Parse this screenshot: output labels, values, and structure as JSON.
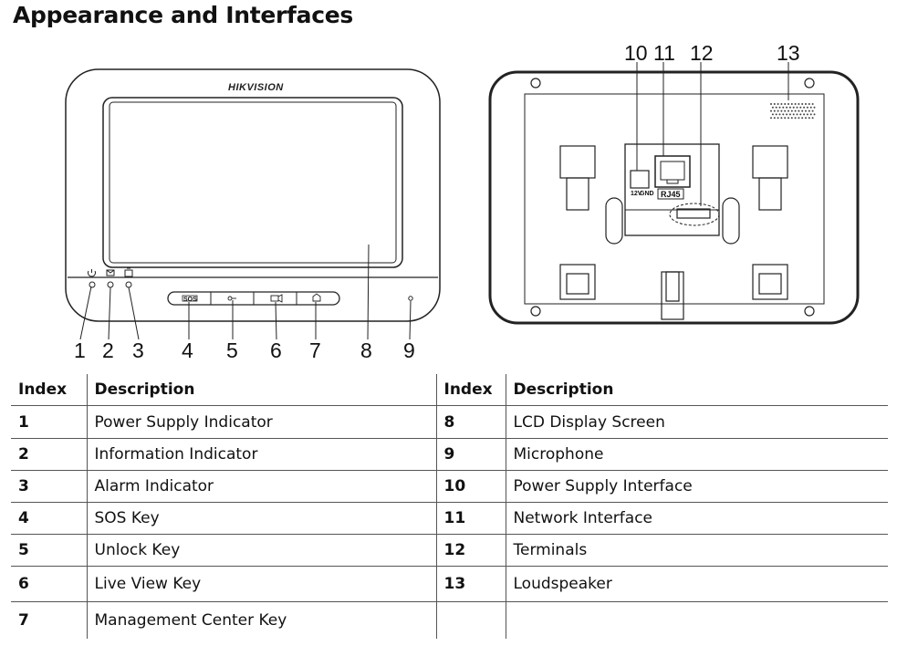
{
  "title": "Appearance and Interfaces",
  "front_panel": {
    "brand": "HIKVISION",
    "keys": [
      "SOS",
      "🔓",
      "🎥",
      "⌂"
    ],
    "callouts": [
      "1",
      "2",
      "3",
      "4",
      "5",
      "6",
      "7",
      "8",
      "9"
    ]
  },
  "rear_panel": {
    "power_labels": [
      "12V",
      "GND"
    ],
    "rj45_label": "RJ45",
    "callouts": [
      "10",
      "11",
      "12",
      "13"
    ]
  },
  "table": {
    "headers": [
      "Index",
      "Description",
      "Index",
      "Description"
    ],
    "rows": [
      {
        "i1": "1",
        "d1": "Power Supply Indicator",
        "i2": "8",
        "d2": "LCD Display Screen"
      },
      {
        "i1": "2",
        "d1": "Information Indicator",
        "i2": "9",
        "d2": "Microphone"
      },
      {
        "i1": "3",
        "d1": "Alarm Indicator",
        "i2": "10",
        "d2": "Power Supply Interface"
      },
      {
        "i1": "4",
        "d1": "SOS Key",
        "i2": "11",
        "d2": "Network Interface"
      },
      {
        "i1": "5",
        "d1": "Unlock Key",
        "i2": "12",
        "d2": "Terminals"
      },
      {
        "i1": "6",
        "d1": "Live View Key",
        "i2": "13",
        "d2": "Loudspeaker"
      },
      {
        "i1": "7",
        "d1": "Management Center Key",
        "i2": "",
        "d2": ""
      }
    ]
  }
}
